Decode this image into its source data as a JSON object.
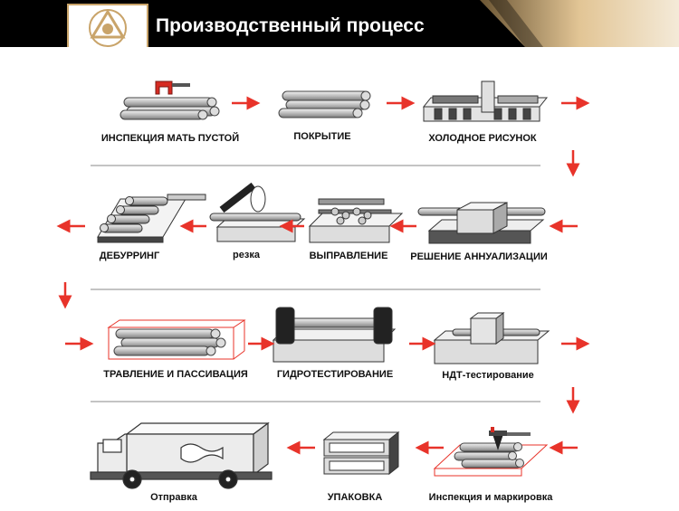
{
  "header": {
    "title": "Производственный процесс",
    "logo_icon": "company-logo-icon",
    "bar_color": "#000000",
    "accent_color": "#c9a46a"
  },
  "arrow_color": "#e8332a",
  "steps": [
    {
      "id": "inspection-mother-tube",
      "label": "ИНСПЕКЦИЯ МАТЬ ПУСТОЙ",
      "icon": "tube-inspection-icon"
    },
    {
      "id": "coating",
      "label": "ПОКРЫТИЕ",
      "icon": "tube-stack-icon"
    },
    {
      "id": "cold-drawing",
      "label": "ХОЛОДНОЕ РИСУНОК",
      "icon": "cold-drawing-machine-icon"
    },
    {
      "id": "solution-annealing",
      "label": "РЕШЕНИЕ АННУАЛИЗАЦИИ",
      "icon": "annealing-furnace-icon"
    },
    {
      "id": "straightening",
      "label": "ВЫПРАВЛЕНИЕ",
      "icon": "straightening-machine-icon"
    },
    {
      "id": "cutting",
      "label": "резка",
      "icon": "saw-cutting-icon"
    },
    {
      "id": "deburring",
      "label": "ДЕБУРРИНГ",
      "icon": "deburring-rack-icon"
    },
    {
      "id": "pickling-passivation",
      "label": "ТРАВЛЕНИЕ И ПАССИВАЦИЯ",
      "icon": "pickling-tank-icon"
    },
    {
      "id": "hydrotesting",
      "label": "ГИДРОТЕСТИРОВАНИЕ",
      "icon": "hydrotest-machine-icon"
    },
    {
      "id": "ndt-testing",
      "label": "НДТ-тестирование",
      "icon": "ndt-machine-icon"
    },
    {
      "id": "inspection-marking",
      "label": "Инспекция и маркировка",
      "icon": "marking-inspection-icon"
    },
    {
      "id": "packing",
      "label": "УПАКОВКА",
      "icon": "packing-box-icon"
    },
    {
      "id": "shipping",
      "label": "Отправка",
      "icon": "truck-icon"
    }
  ]
}
